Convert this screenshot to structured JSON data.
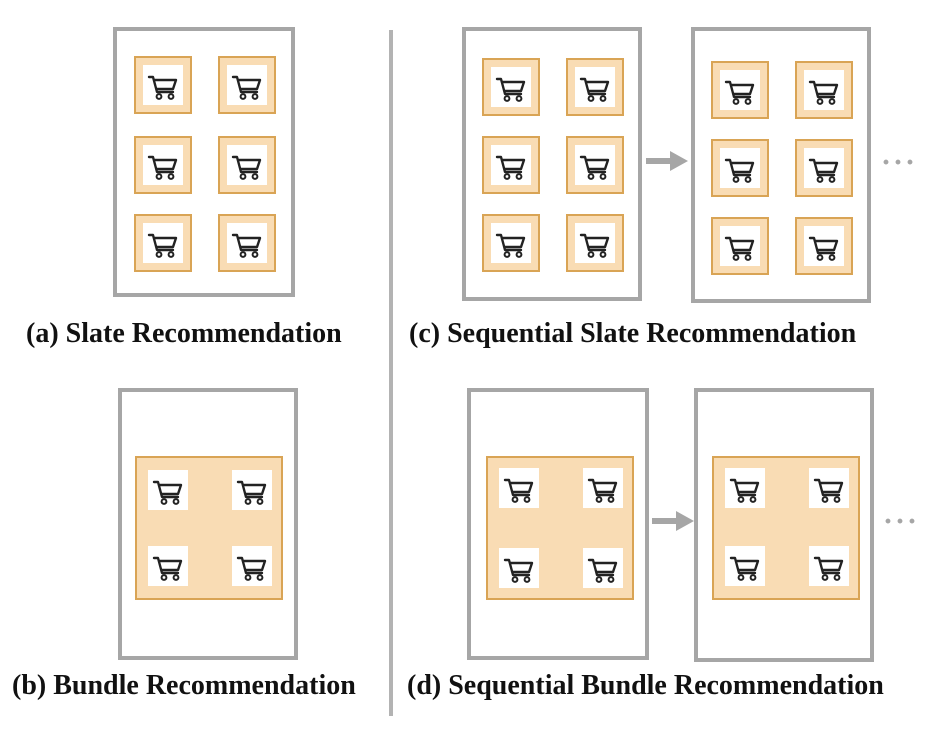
{
  "captions": {
    "a": "(a) Slate Recommendation",
    "b": "(b) Bundle Recommendation",
    "c": "(c) Sequential Slate Recommendation",
    "d": "(d) Sequential Bundle Recommendation"
  },
  "continuation": "···",
  "icons": {
    "item": "shopping-cart-icon",
    "flow": "arrow-right-icon"
  },
  "colors": {
    "frame": "#a6a6a6",
    "item_fill": "#f9dcb4",
    "item_border": "#d9a455",
    "divider": "#b3b3b3",
    "arrow": "#a6a6a6"
  }
}
